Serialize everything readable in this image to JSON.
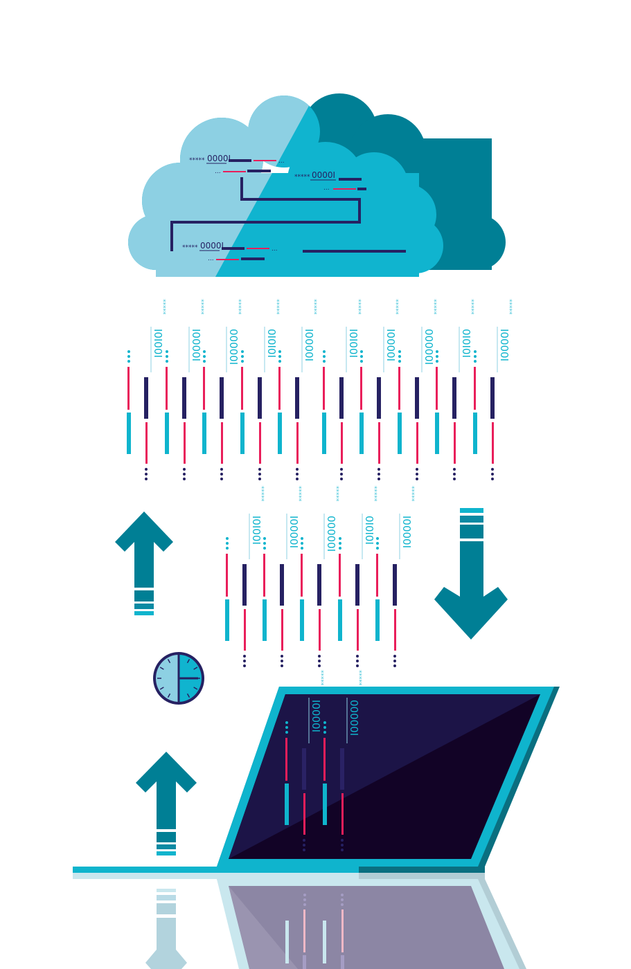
{
  "illustration": {
    "subject": "cloud data transfer between cloud and laptop",
    "colors": {
      "background": "#ffffff",
      "cloud_light": "#8dd0e3",
      "cloud_mid": "#10b4cf",
      "cloud_dark": "#007f95",
      "navy": "#262162",
      "pink": "#e91e5a",
      "cyan": "#0fb4cd",
      "teal_arrow": "#007f95",
      "screen_dark": "#120326",
      "screen_light": "#1c1447",
      "laptop_frame": "#0fb4cd",
      "laptop_frame_dark": "#0a6f80",
      "reflection_frame": "#c9e7ee",
      "reflection_screen": "#8c86a4"
    },
    "cloud": {
      "code_lines": [
        {
          "stars": "*****",
          "binary": "0000I",
          "trail": "..."
        },
        {
          "stars": "*****",
          "binary": "0000I",
          "trail": ""
        },
        {
          "stars": "*****",
          "binary": "0000I",
          "trail": "..."
        }
      ],
      "ellipsis": "..."
    },
    "streams_row1": [
      "I0I00I",
      "I0000I",
      "00000I",
      "0I0I0I",
      "I0000I",
      "I0I00I",
      "I0000I",
      "00000I",
      "0I0I0I",
      "I0000I"
    ],
    "streams_row2": [
      "I0I00I",
      "I0000I",
      "00000I",
      "0I0I0I",
      "I0000I"
    ],
    "streams_laptop": [
      "I0000I",
      "00000I"
    ],
    "stream_stars": "*****",
    "icons": [
      "cloud-icon",
      "upload-arrow-icon",
      "download-arrow-icon",
      "clock-icon",
      "laptop-icon"
    ],
    "clock_time": "3:00"
  }
}
